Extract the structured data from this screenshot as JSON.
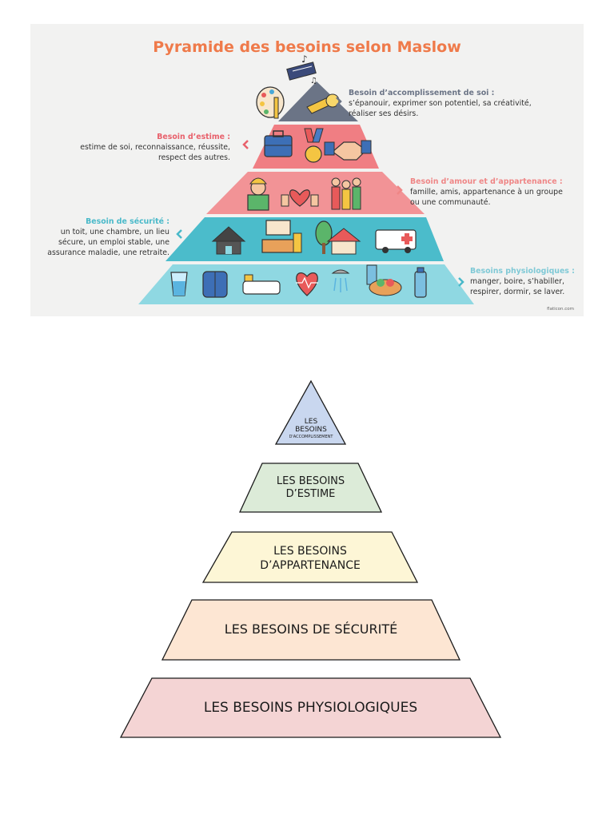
{
  "infographic": {
    "title": "Pyramide des besoins selon Maslow",
    "credit": "flaticon.com",
    "levels": {
      "accomplissement": {
        "heading": "Besoin d’accomplissement de soi :",
        "text": "s’épanouir, exprimer son potentiel, sa créativité, réaliser ses désirs.",
        "color": "#6b7486"
      },
      "estime": {
        "heading": "Besoin d’estime :",
        "text": "estime de soi, reconnaissance, réussite, respect des autres.",
        "color": "#e8606b"
      },
      "amour": {
        "heading": "Besoin d’amour et d’appartenance :",
        "text": "famille, amis, appartenance à un groupe ou une communauté.",
        "color": "#ef8686"
      },
      "securite": {
        "heading": "Besoin de sécurité :",
        "text": "un toit, une chambre, un lieu sécure, un emploi stable, une assurance maladie, une retraite.",
        "color": "#49b9c9"
      },
      "physiologiques": {
        "heading": "Besoins physiologiques :",
        "text": "manger, boire, s’habiller, respirer, dormir, se laver.",
        "color": "#7fd2dd"
      }
    },
    "icons": {
      "top": [
        "palette-icon",
        "keyboard-icon",
        "trumpet-icon",
        "music-note-icon"
      ],
      "estime": [
        "briefcase-icon",
        "medal-icon",
        "handshake-icon"
      ],
      "amour": [
        "worker-icon",
        "heart-hands-icon",
        "family-icon"
      ],
      "securite": [
        "house-icon",
        "bedroom-icon",
        "tree-house-icon",
        "ambulance-icon"
      ],
      "physiologiques": [
        "water-glass-icon",
        "jacket-icon",
        "bathtub-icon",
        "heartbeat-icon",
        "shower-icon",
        "food-icon",
        "water-bottle-icon"
      ]
    }
  },
  "simple_pyramid": {
    "levels": [
      {
        "label_line1": "LES",
        "label_line2": "BESOINS",
        "label_line3": "D'ACCOMPLISSEMENT",
        "color": "#c9d7ef"
      },
      {
        "label_line1": "LES BESOINS",
        "label_line2": "D’ESTIME",
        "color": "#dcebd8"
      },
      {
        "label_line1": "LES BESOINS",
        "label_line2": "D’APPARTENANCE",
        "color": "#fdf6d6"
      },
      {
        "label": "LES BESOINS DE SÉCURITÉ",
        "color": "#fde6d3"
      },
      {
        "label": "LES BESOINS PHYSIOLOGIQUES",
        "color": "#f4d4d4"
      }
    ]
  }
}
